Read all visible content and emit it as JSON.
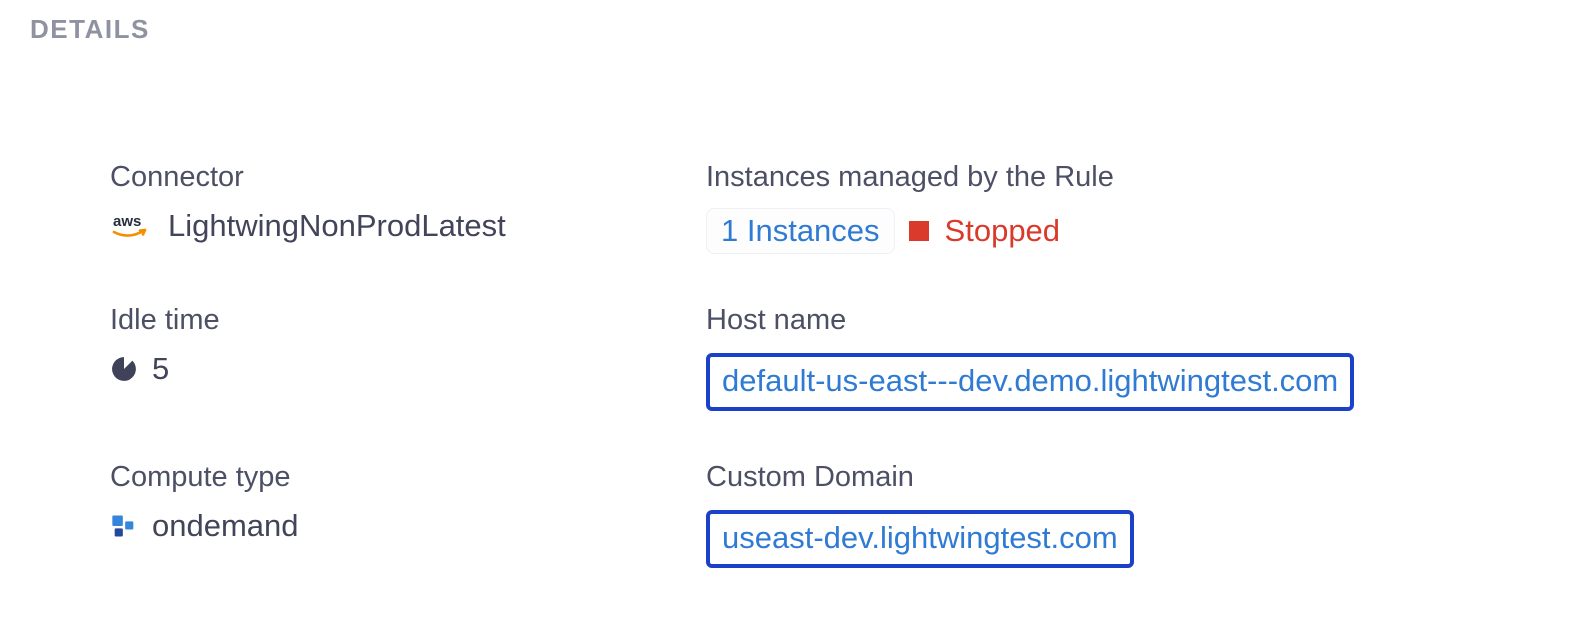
{
  "header": {
    "title": "DETAILS"
  },
  "colors": {
    "link_blue": "#2f7bd3",
    "focus_box_border": "#1b41c8",
    "status_stopped_red": "#d93a2b",
    "label_gray": "#4d5065",
    "header_gray": "#8f92a1",
    "aws_orange": "#f29100",
    "compute_blue": "#3585dd"
  },
  "fields": {
    "connector": {
      "label": "Connector",
      "value": "LightwingNonProdLatest",
      "icon": "aws-icon"
    },
    "idle_time": {
      "label": "Idle time",
      "value": "5",
      "icon": "idle-time-pie-icon"
    },
    "compute_type": {
      "label": "Compute type",
      "value": "ondemand",
      "icon": "compute-type-icon"
    },
    "instances": {
      "label": "Instances managed by the Rule",
      "link_text": "1 Instances",
      "status": "Stopped"
    },
    "host_name": {
      "label": "Host name",
      "value": "default-us-east---dev.demo.lightwingtest.com"
    },
    "custom_domain": {
      "label": "Custom Domain",
      "value": "useast-dev.lightwingtest.com"
    }
  }
}
